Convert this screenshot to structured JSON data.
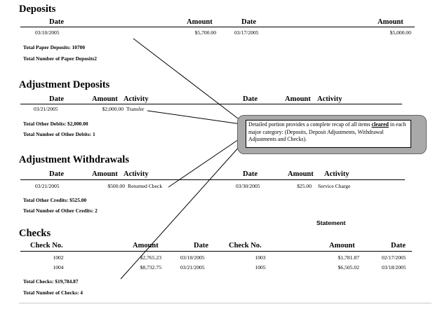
{
  "deposits": {
    "title": "Deposits",
    "headers": {
      "date": "Date",
      "amount": "Amount",
      "date2": "Date",
      "amount2": "Amount"
    },
    "row": {
      "date": "03/10/2005",
      "amount": "$5,700.00",
      "date2": "03/17/2005",
      "amount2": "$5,000.00"
    },
    "total_paper": "Total Paper Deposits: 10700",
    "total_count": "Total Number of Paper Deposits2"
  },
  "adjustment_deposits": {
    "title": "Adjustment Deposits",
    "headers": {
      "date": "Date",
      "amount": "Amount",
      "activity": "Activity",
      "date2": "Date",
      "amount2": "Amount",
      "activity2": "Activity"
    },
    "row": {
      "date": "03/21/2005",
      "amount": "$2,000.00",
      "activity": "Transfer"
    },
    "total_debits": "Total Other Debits: $2,000.00",
    "total_count": "Total Number of Other Debits: 1"
  },
  "adjustment_withdrawals": {
    "title": "Adjustment Withdrawals",
    "headers": {
      "date": "Date",
      "amount": "Amount",
      "activity": "Activity",
      "date2": "Date",
      "amount2": "Amount",
      "activity2": "Activity"
    },
    "row": {
      "date": "03/21/2005",
      "amount": "$500.00",
      "activity": "Returned Check",
      "date2": "03/30/2005",
      "amount2": "$25.00",
      "activity2": "Service Charge"
    },
    "total_credits": "Total Other Credits: $525.00",
    "total_count": "Total Number of Other Credits: 2"
  },
  "statement_label": "Statement",
  "checks": {
    "title": "Checks",
    "headers": {
      "check_no": "Check No.",
      "amount": "Amount",
      "date": "Date",
      "check_no2": "Check No.",
      "amount2": "Amount",
      "date2": "Date"
    },
    "rows": [
      {
        "check_no": "1002",
        "amount": "$2,765.23",
        "date": "03/10/2005",
        "check_no2": "1003",
        "amount2": "$1,781.87",
        "date2": "02/17/2005"
      },
      {
        "check_no": "1004",
        "amount": "$8,732.75",
        "date": "03/21/2005",
        "check_no2": "1005",
        "amount2": "$6,505.02",
        "date2": "03/18/2005"
      }
    ],
    "total_checks": "Total Checks: $19,784.87",
    "total_count": "Total Number of Checks: 4"
  },
  "callout": {
    "text_before": "Detailed portion provides a complete recap of all items ",
    "emphasis": "cleared",
    "text_after": " in each major category: (Deposits, Deposit Adjustments, Withdrawal Adjustments and Checks)."
  }
}
